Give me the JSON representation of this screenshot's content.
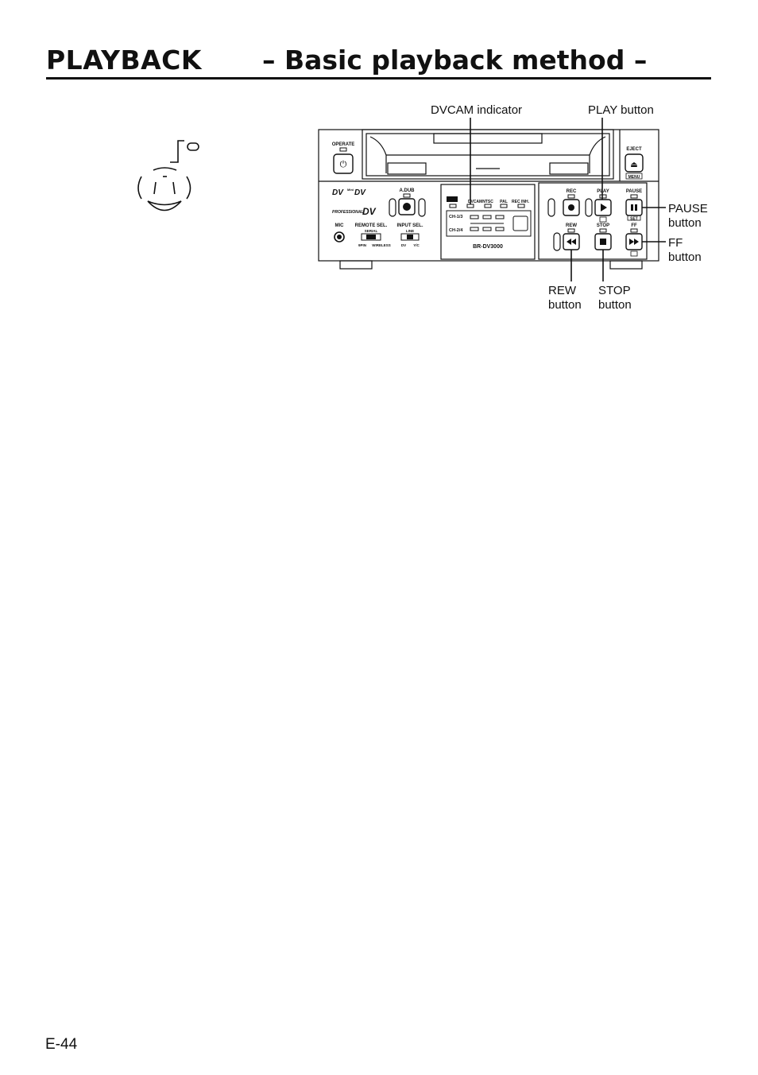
{
  "header": {
    "section": "PLAYBACK",
    "subtitle": "– Basic playback method –"
  },
  "footer": {
    "page_number": "E-44"
  },
  "callouts": {
    "dvcam_indicator": "DVCAM indicator",
    "play_button": "PLAY button",
    "pause_line1": "PAUSE",
    "pause_line2": "button",
    "ff_line1": "FF",
    "ff_line2": "button",
    "rew_line1": "REW",
    "rew_line2": "button",
    "stop_line1": "STOP",
    "stop_line2": "button"
  },
  "panel": {
    "operate": "OPERATE",
    "eject": "EJECT",
    "menu": "MENU",
    "a_dub": "A.DUB",
    "professional": "PROFESSIONAL",
    "dv_logo": "DV",
    "mini": "Mini",
    "mic": "MIC",
    "remote_sel": "REMOTE SEL.",
    "serial": "SERIAL",
    "pin9": "9PIN",
    "wireless": "WIRELESS",
    "input_sel": "INPUT SEL.",
    "line": "LINE",
    "dv": "DV",
    "yc": "Y/C",
    "dvcam": "DVCAM",
    "ntsc": "NTSC",
    "pal": "PAL",
    "rec_inh": "REC INH.",
    "ch13": "CH-1/3",
    "ch24": "CH-2/4",
    "model": "BR-DV3000",
    "rec": "REC",
    "play": "PLAY",
    "pause": "PAUSE",
    "rew": "REW",
    "stop": "STOP",
    "ff": "FF",
    "set": "SET"
  }
}
